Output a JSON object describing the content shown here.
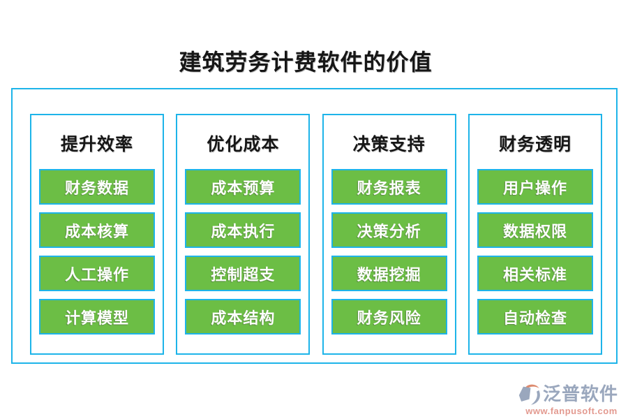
{
  "page": {
    "title": "建筑劳务计费软件的价值"
  },
  "colors": {
    "accent_cyan": "#1db4e9",
    "button_green": "#6cbe45",
    "text_black": "#161616",
    "button_text_white": "#ffffff",
    "logo_gray_blue": "#9aa7bd",
    "logo_salmon": "#e39a90",
    "logo_icon_orange": "#dd8a6e"
  },
  "columns": [
    {
      "header": "提升效率",
      "items": [
        "财务数据",
        "成本核算",
        "人工操作",
        "计算模型"
      ]
    },
    {
      "header": "优化成本",
      "items": [
        "成本预算",
        "成本执行",
        "控制超支",
        "成本结构"
      ]
    },
    {
      "header": "决策支持",
      "items": [
        "财务报表",
        "决策分析",
        "数据挖掘",
        "财务风险"
      ]
    },
    {
      "header": "财务透明",
      "items": [
        "用户操作",
        "数据权限",
        "相关标准",
        "自动检查"
      ]
    }
  ],
  "footer": {
    "brand": "泛普软件",
    "url": "www.fanpusoft.com"
  }
}
